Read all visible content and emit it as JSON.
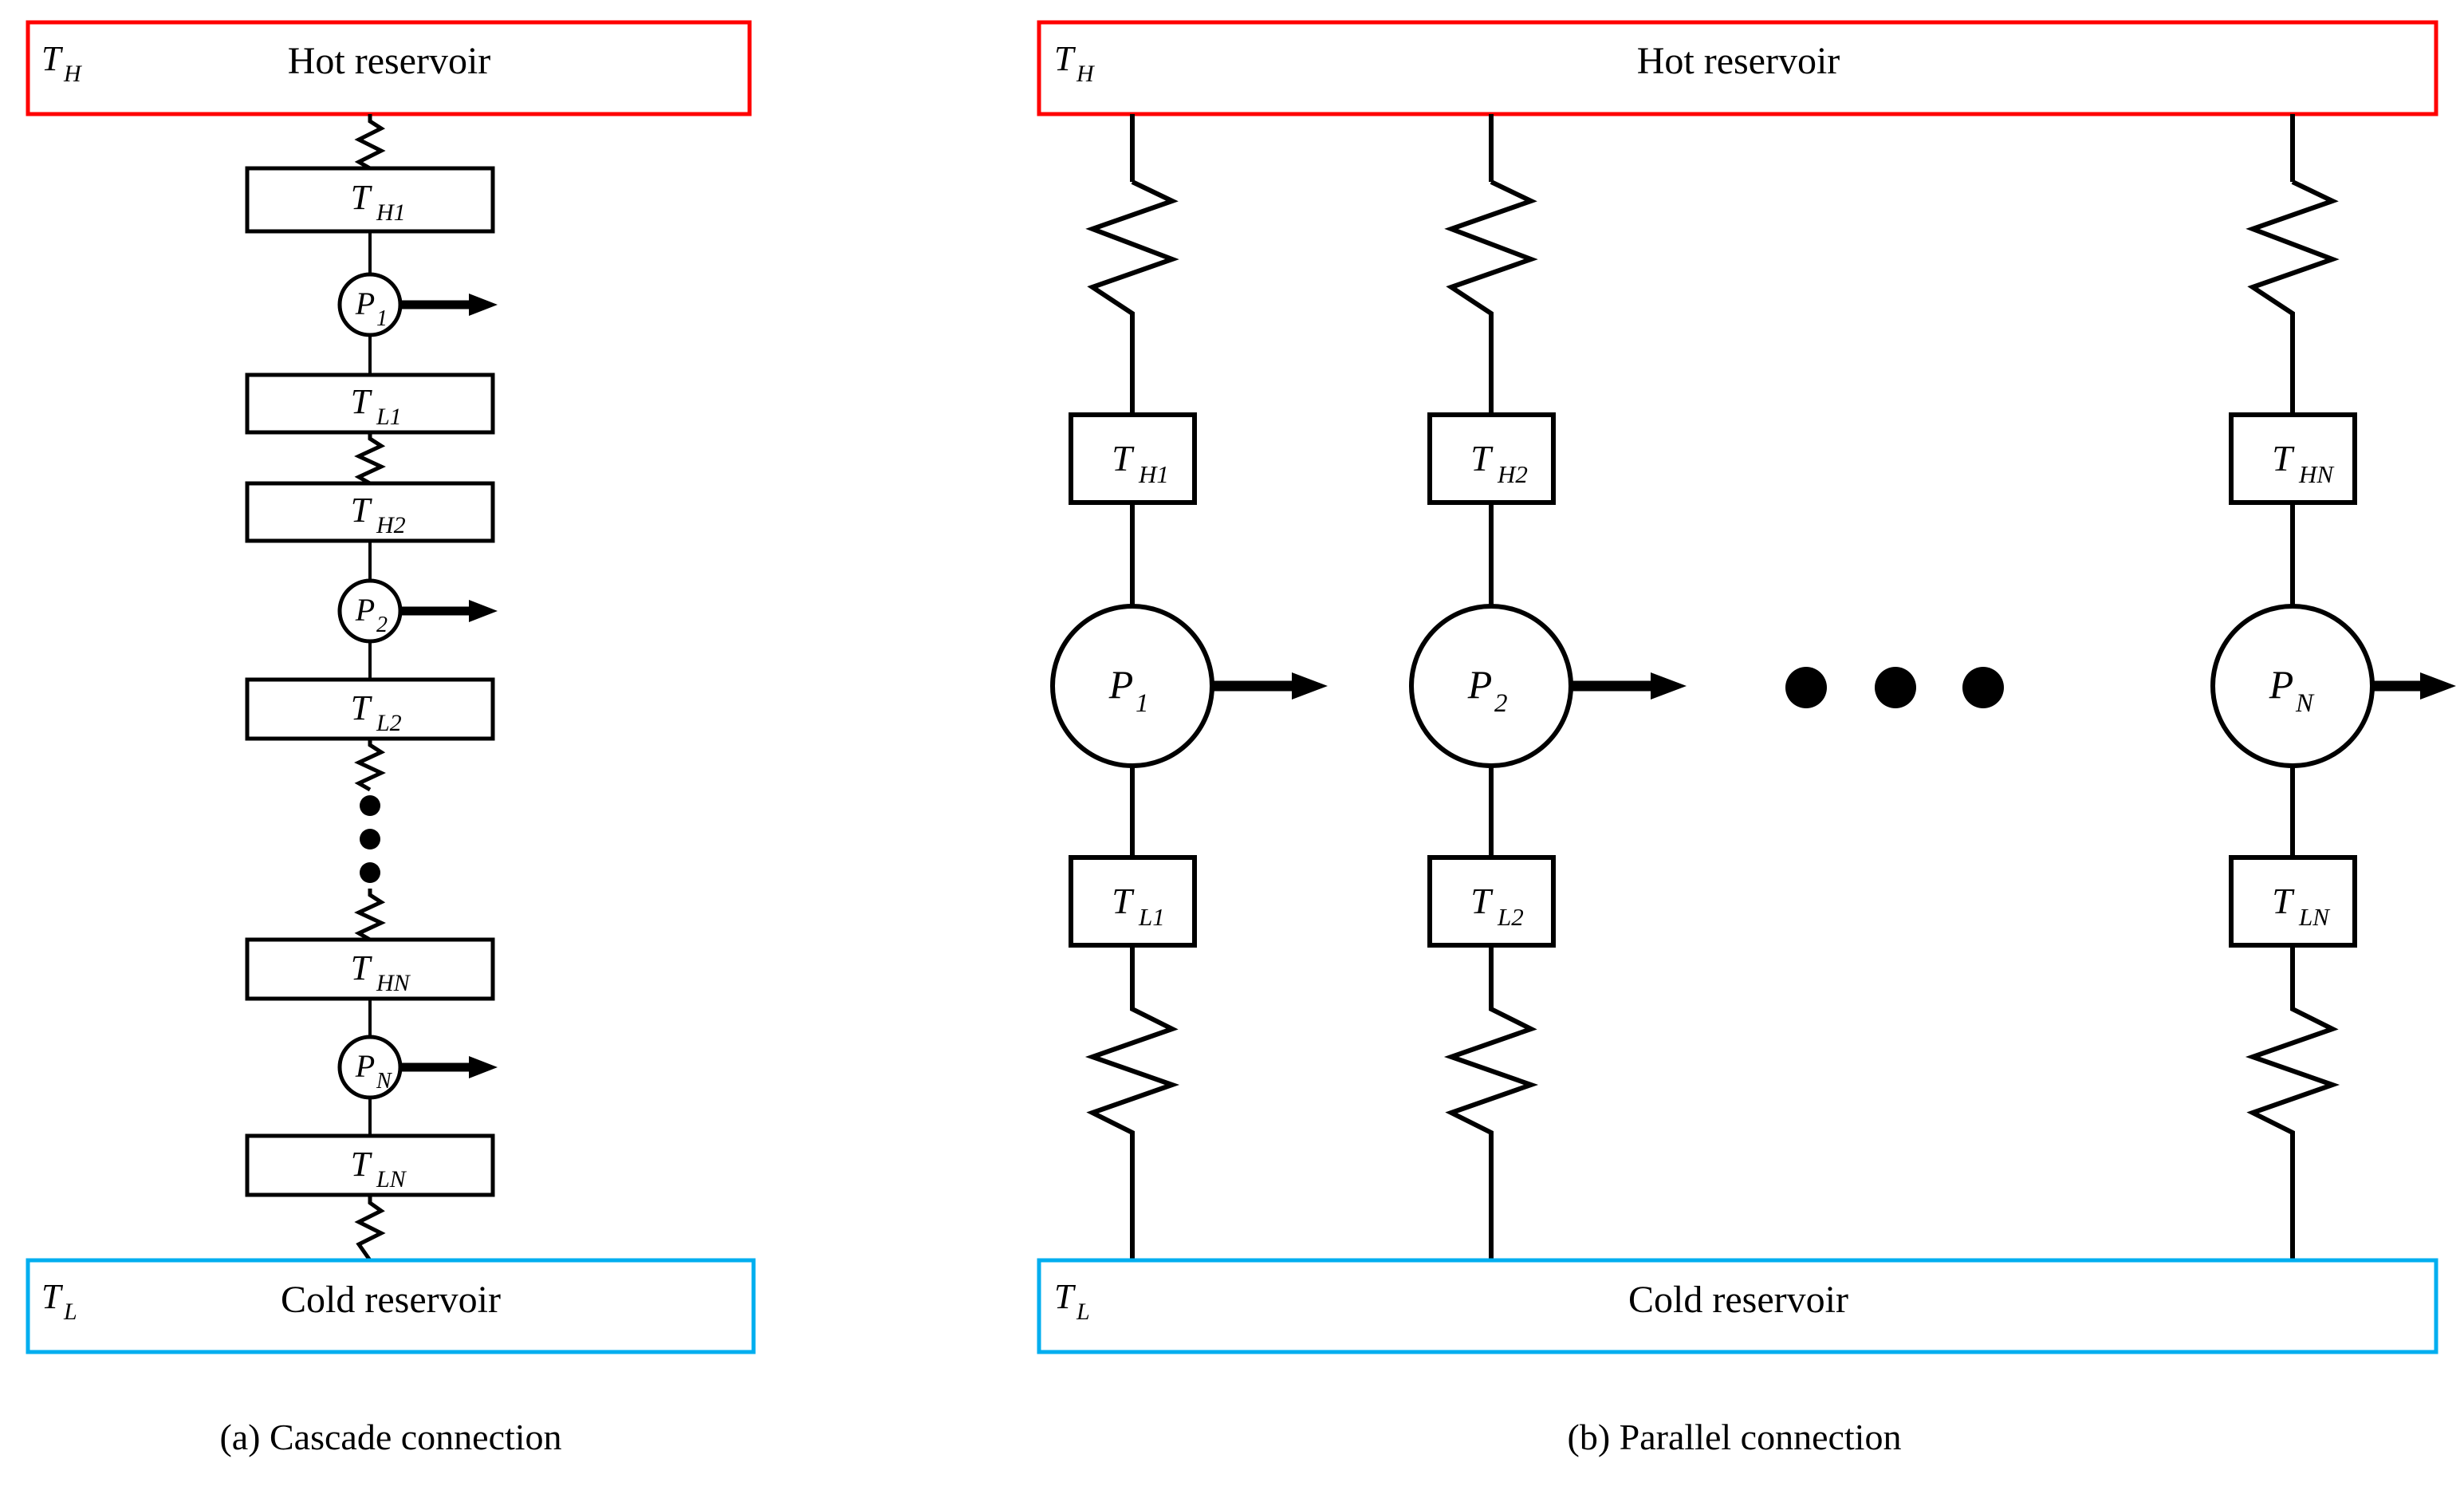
{
  "figure": {
    "panels": [
      {
        "id": "a",
        "caption": "(a) Cascade connection",
        "hot_reservoir": {
          "symbol": "T",
          "sub": "H",
          "label": "Hot reservoir",
          "border_color": "#ff0000"
        },
        "cold_reservoir": {
          "symbol": "T",
          "sub": "L",
          "label": "Cold reservoir",
          "border_color": "#00aeef"
        },
        "stages": [
          {
            "hot_node": {
              "symbol": "T",
              "sub": "H1"
            },
            "engine": {
              "symbol": "P",
              "sub": "1"
            },
            "cold_node": {
              "symbol": "T",
              "sub": "L1"
            }
          },
          {
            "hot_node": {
              "symbol": "T",
              "sub": "H2"
            },
            "engine": {
              "symbol": "P",
              "sub": "2"
            },
            "cold_node": {
              "symbol": "T",
              "sub": "L2"
            }
          },
          {
            "hot_node": {
              "symbol": "T",
              "sub": "HN"
            },
            "engine": {
              "symbol": "P",
              "sub": "N"
            },
            "cold_node": {
              "symbol": "T",
              "sub": "LN"
            }
          }
        ],
        "ellipsis": {
          "dots": 3,
          "orientation": "vertical"
        }
      },
      {
        "id": "b",
        "caption": "(b) Parallel connection",
        "hot_reservoir": {
          "symbol": "T",
          "sub": "H",
          "label": "Hot reservoir",
          "border_color": "#ff0000"
        },
        "cold_reservoir": {
          "symbol": "T",
          "sub": "L",
          "label": "Cold reservoir",
          "border_color": "#00aeef"
        },
        "branches": [
          {
            "hot_node": {
              "symbol": "T",
              "sub": "H1"
            },
            "engine": {
              "symbol": "P",
              "sub": "1"
            },
            "cold_node": {
              "symbol": "T",
              "sub": "L1"
            }
          },
          {
            "hot_node": {
              "symbol": "T",
              "sub": "H2"
            },
            "engine": {
              "symbol": "P",
              "sub": "2"
            },
            "cold_node": {
              "symbol": "T",
              "sub": "L2"
            }
          },
          {
            "hot_node": {
              "symbol": "T",
              "sub": "HN"
            },
            "engine": {
              "symbol": "P",
              "sub": "N"
            },
            "cold_node": {
              "symbol": "T",
              "sub": "LN"
            }
          }
        ],
        "ellipsis": {
          "dots": 3,
          "orientation": "horizontal"
        }
      }
    ],
    "colors": {
      "hot": "#ff0000",
      "cold": "#00aeef",
      "line": "#000000",
      "background": "#ffffff"
    },
    "icon_names": [
      "thermal-resistance-zigzag-icon",
      "power-output-arrow-icon",
      "ellipsis-dots-icon"
    ]
  }
}
